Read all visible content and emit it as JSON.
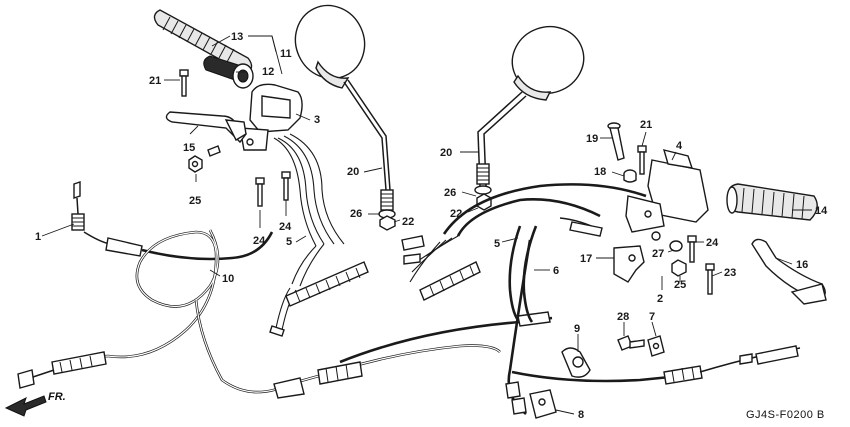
{
  "diagram": {
    "labels": [
      "1",
      "2",
      "3",
      "4",
      "5",
      "6",
      "7",
      "8",
      "9",
      "10",
      "11",
      "12",
      "13",
      "14",
      "15",
      "16",
      "17",
      "18",
      "19",
      "20",
      "21",
      "22",
      "23",
      "24",
      "25",
      "26",
      "27",
      "28"
    ],
    "left_labels": {
      "l13": "13",
      "l11": "11",
      "l12": "12",
      "l21": "21",
      "l3": "3",
      "l15": "15",
      "l25": "25",
      "l20": "20",
      "l26": "26",
      "l22": "22",
      "l24a": "24",
      "l24b": "24",
      "l5": "5",
      "l1": "1",
      "l10": "10"
    },
    "right_labels": {
      "l20": "20",
      "l19": "19",
      "l21": "21",
      "l4": "4",
      "l18": "18",
      "l26": "26",
      "l22": "22",
      "l14": "14",
      "l5": "5",
      "l24": "24",
      "l27": "27",
      "l17": "17",
      "l6": "6",
      "l25": "25",
      "l16": "16",
      "l23": "23",
      "l2": "2",
      "l9": "9",
      "l28": "28",
      "l7": "7",
      "l8": "8"
    },
    "direction_marker": "FR.",
    "drawing_code": "GJ4S-F0200 B"
  }
}
